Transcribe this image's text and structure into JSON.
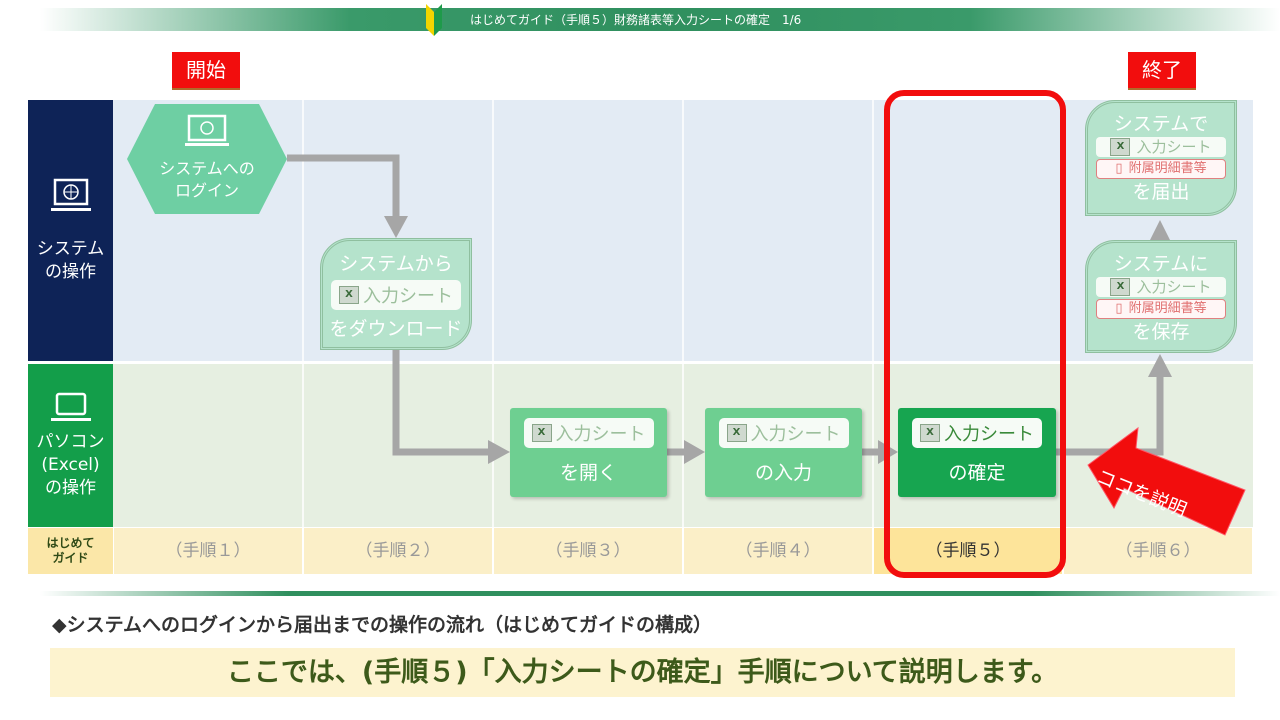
{
  "header": {
    "title": "はじめてガイド（手順５）財務諸表等入力シートの確定　1/6"
  },
  "tags": {
    "start": "開始",
    "end": "終了"
  },
  "lanes": {
    "system": [
      "システム",
      "の操作"
    ],
    "pc": [
      "パソコン",
      "(Excel)",
      "の操作"
    ],
    "guide": [
      "はじめて",
      "ガイド"
    ]
  },
  "steps": [
    "（手順１）",
    "（手順２）",
    "（手順３）",
    "（手順４）",
    "（手順５）",
    "（手順６）"
  ],
  "shapes": {
    "login": [
      "システムへの",
      "ログイン"
    ],
    "download": {
      "top": "システムから",
      "file": "入力シート",
      "bottom": "をダウンロード"
    },
    "open": {
      "file": "入力シート",
      "bottom": "を開く"
    },
    "input": {
      "file": "入力シート",
      "bottom": "の入力"
    },
    "confirm": {
      "file": "入力シート",
      "bottom": "の確定"
    },
    "save": {
      "top": "システムに",
      "file": "入力シート",
      "pdf": "附属明細書等",
      "bottom": "を保存"
    },
    "submit": {
      "top": "システムで",
      "file": "入力シート",
      "pdf": "附属明細書等",
      "bottom": "を届出"
    }
  },
  "callout": "ココを説明",
  "subtitle": "◆システムへのログインから届出までの操作の流れ（はじめてガイドの構成）",
  "banner": "ここでは、(手順５)「入力シートの確定」手順について説明します。"
}
